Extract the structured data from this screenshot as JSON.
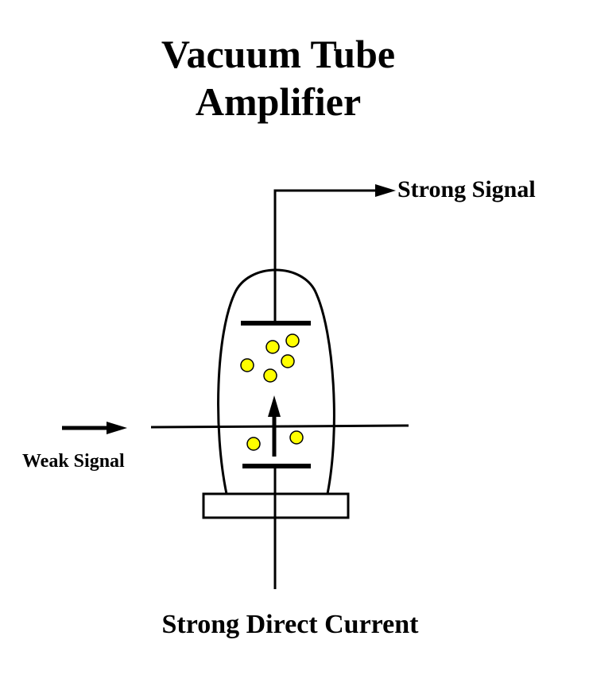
{
  "title": {
    "line1": "Vacuum Tube",
    "line2": "Amplifier"
  },
  "labels": {
    "output": "Strong Signal",
    "input": "Weak Signal",
    "supply": "Strong Direct Current"
  },
  "colors": {
    "stroke": "#000000",
    "electron_fill": "#ffff00",
    "background": "#ffffff"
  },
  "electrons": {
    "count": 7
  }
}
